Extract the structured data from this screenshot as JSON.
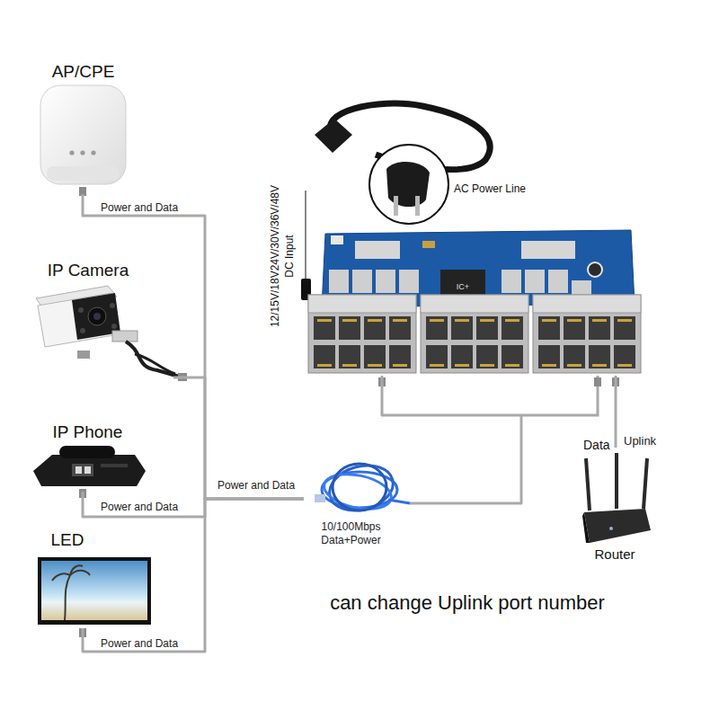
{
  "diagram": {
    "caption": "can change Uplink port number",
    "nodes": [
      {
        "text": [
          "AP/CPE"
        ]
      },
      {
        "text": [
          "IP Camera"
        ]
      },
      {
        "text": [
          "IP Phone"
        ]
      },
      {
        "text": [
          "LED"
        ]
      },
      {
        "text": [
          "IC+"
        ]
      },
      {
        "text": [
          "10/100Mbps Data+Power"
        ]
      },
      {
        "text": [
          "Router"
        ]
      }
    ],
    "edges": [
      {
        "from": 0,
        "to": 5,
        "label": "Power and Data",
        "arrow": "none"
      },
      {
        "from": 1,
        "to": 5,
        "arrow": "none"
      },
      {
        "from": 2,
        "to": 5,
        "label": "Power and Data",
        "arrow": "none"
      },
      {
        "from": 3,
        "to": 5,
        "label": "Power and Data",
        "arrow": "none"
      },
      {
        "from": 5,
        "to": 4,
        "arrow": "none"
      },
      {
        "from": 6,
        "to": 4,
        "label": "Uplink",
        "arrow": "none"
      }
    ],
    "labels": [
      "AC Power Line",
      "12/15V/18V24V/30V/36V/48V DC Input",
      "Power and Data",
      "Data"
    ]
  }
}
